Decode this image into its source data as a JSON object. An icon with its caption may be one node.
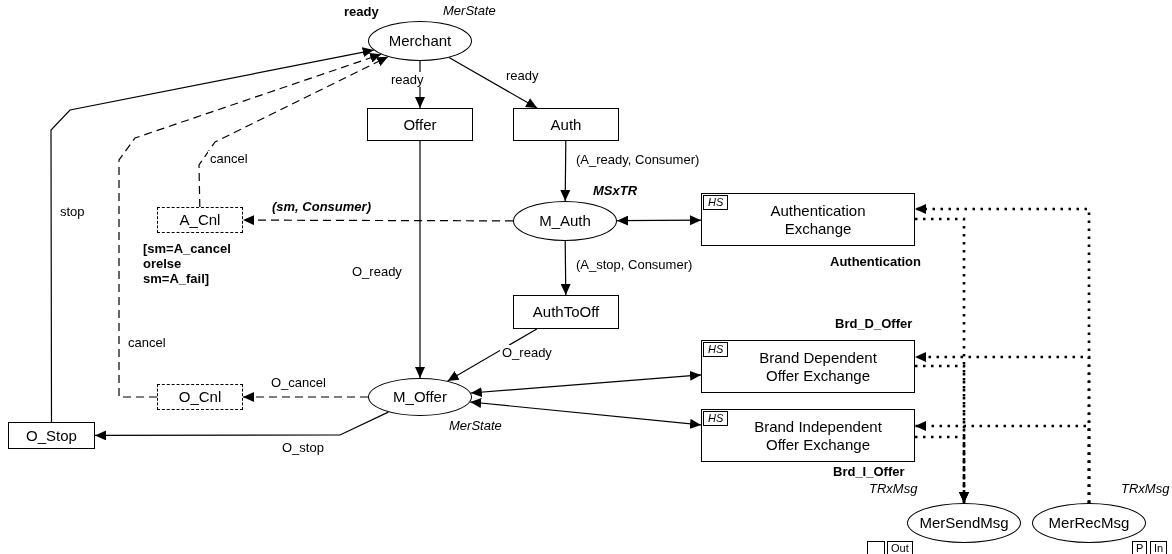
{
  "diagram": {
    "nodes": [
      {
        "text": [
          "Merchant"
        ],
        "beside": [
          "ready",
          "MerState"
        ]
      },
      {
        "text": [
          "Offer"
        ]
      },
      {
        "text": [
          "Auth"
        ]
      },
      {
        "text": [
          "A_Cnl"
        ],
        "beside": [
          "[sm=A_cancel orelse sm=A_fail]"
        ]
      },
      {
        "text": [
          "M_Auth"
        ],
        "beside": [
          "MSxTR"
        ]
      },
      {
        "text": [
          "HS",
          "Authentication Exchange"
        ],
        "beside": [
          "Authentication"
        ]
      },
      {
        "text": [
          "AuthToOff"
        ]
      },
      {
        "text": [
          "HS",
          "Brand Dependent Offer Exchange"
        ],
        "beside": [
          "Brd_D_Offer"
        ]
      },
      {
        "text": [
          "O_Cnl"
        ]
      },
      {
        "text": [
          "M_Offer"
        ],
        "beside": [
          "MerState"
        ]
      },
      {
        "text": [
          "HS",
          "Brand Independent Offer Exchange"
        ],
        "beside": [
          "Brd_I_Offer"
        ]
      },
      {
        "text": [
          "O_Stop"
        ]
      },
      {
        "text": [
          "MerSendMsg"
        ],
        "beside": [
          "TRxMsg",
          "Out"
        ]
      },
      {
        "text": [
          "MerRecMsg"
        ],
        "beside": [
          "TRxMsg",
          "P",
          "In"
        ]
      }
    ],
    "edges": [
      {
        "from": 0,
        "to": 1,
        "arrow": "to",
        "label": "ready"
      },
      {
        "from": 0,
        "to": 2,
        "arrow": "to",
        "label": "ready"
      },
      {
        "from": 2,
        "to": 4,
        "arrow": "to",
        "label": "(A_ready, Consumer)"
      },
      {
        "from": 4,
        "to": 3,
        "arrow": "to",
        "label": "(sm, Consumer)",
        "style": "dashed"
      },
      {
        "from": 3,
        "to": 0,
        "arrow": "to",
        "label": "cancel",
        "style": "dashed"
      },
      {
        "from": 4,
        "to": 5,
        "arrow": "both"
      },
      {
        "from": 4,
        "to": 6,
        "arrow": "to",
        "label": "(A_stop, Consumer)"
      },
      {
        "from": 1,
        "to": 9,
        "arrow": "to",
        "label": "O_ready"
      },
      {
        "from": 6,
        "to": 9,
        "arrow": "to",
        "label": "O_ready"
      },
      {
        "from": 7,
        "to": 9,
        "arrow": "both"
      },
      {
        "from": 10,
        "to": 9,
        "arrow": "both"
      },
      {
        "from": 9,
        "to": 8,
        "arrow": "to",
        "label": "O_cancel",
        "style": "dashed"
      },
      {
        "from": 8,
        "to": 0,
        "arrow": "to",
        "label": "cancel",
        "style": "dashed"
      },
      {
        "from": 9,
        "to": 11,
        "arrow": "to",
        "label": "O_stop"
      },
      {
        "from": 11,
        "to": 0,
        "arrow": "to",
        "label": "stop"
      },
      {
        "from": 5,
        "to": 12,
        "arrow": "to",
        "style": "dashed"
      },
      {
        "from": 7,
        "to": 12,
        "arrow": "to",
        "style": "dashed"
      },
      {
        "from": 10,
        "to": 12,
        "arrow": "to",
        "style": "dashed"
      },
      {
        "from": 13,
        "to": 5,
        "arrow": "to",
        "style": "dashed"
      },
      {
        "from": 13,
        "to": 7,
        "arrow": "to",
        "style": "dashed"
      },
      {
        "from": 13,
        "to": 10,
        "arrow": "to",
        "style": "dashed"
      }
    ]
  }
}
